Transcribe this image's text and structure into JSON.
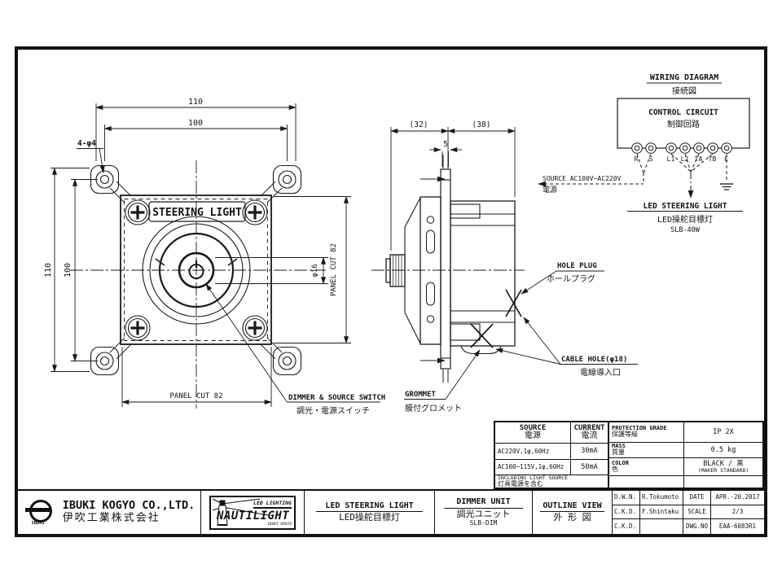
{
  "drawing": {
    "front": {
      "dim_110_top": "110",
      "dim_100_top": "100",
      "dim_110_left": "110",
      "dim_100_left": "100",
      "hole_callout": "4-φ4",
      "panel_label": "STEERING LIGHT",
      "knob_dia": "φ16",
      "panel_cut_right": "PANEL CUT 82",
      "panel_cut_bottom": "PANEL CUT 82",
      "switch_en": "DIMMER & SOURCE SWITCH",
      "switch_jp": "調光・電源スイッチ"
    },
    "side": {
      "dim_32": "(32)",
      "dim_38": "(38)",
      "dim_5": "5",
      "grommet_en": "GROMMET",
      "grommet_jp": "膜付グロメット",
      "hole_plug_en": "HOLE PLUG",
      "hole_plug_jp": "ホールプラグ",
      "cable_hole_en": "CABLE HOLE(φ18)",
      "cable_hole_jp": "電線導入口"
    },
    "wiring": {
      "title_en": "WIRING DIAGRAM",
      "title_jp": "接続図",
      "box_en": "CONTROL CIRCUIT",
      "box_jp": "制御回路",
      "terminals": [
        "R",
        "S",
        "L1",
        "L2",
        "TA",
        "TB",
        "E"
      ],
      "source_en": "SOURCE AC100V~AC220V",
      "source_jp": "電源",
      "light_en": "LED STEERING LIGHT",
      "light_jp": "LED操舵目標灯",
      "light_model": "SLB-40W"
    }
  },
  "spec_table": {
    "source_en": "SOURCE",
    "source_jp": "電源",
    "current_en": "CURRENT",
    "current_jp": "電流",
    "rows": [
      {
        "source": "AC220V,1φ,60Hz",
        "current": "30mA"
      },
      {
        "source": "AC100~115V,1φ,60Hz",
        "current": "50mA"
      }
    ],
    "note_en": "INCLUDING LIGHT SOURCE",
    "note_jp": "灯具電源を含む",
    "protection_en": "PROTECTION GRADE",
    "protection_jp": "保護等級",
    "protection_value": "IP 2X",
    "mass_en": "MASS",
    "mass_jp": "質量",
    "mass_value": "0.5 kg",
    "color_en": "COLOR",
    "color_jp": "色",
    "color_value": "BLACK / 黒",
    "color_note": "(MAKER STANDARD)"
  },
  "title_block": {
    "company_en": "IBUKI KOGYO CO.,LTD.",
    "company_jp": "伊吹工業株式会社",
    "company_logo_text": "IBUKI",
    "brand_line": "LED LIGHTING",
    "brand_name": "NAUTILIGHT",
    "brand_sub": "IBUKI KOGYO",
    "product_en": "LED STEERING LIGHT",
    "product_jp": "LED操舵目標灯",
    "unit_en": "DIMMER UNIT",
    "unit_jp": "調光ユニット",
    "unit_model": "SLB-DIM",
    "view_en": "OUTLINE VIEW",
    "view_jp": "外 形 図",
    "approvals": [
      {
        "role": "D.W.N.",
        "name": "R.Tokumoto",
        "key": "DATE",
        "value": "APR.-20.2017"
      },
      {
        "role": "C.K.D.",
        "name": "F.Shintaku",
        "key": "SCALE",
        "value": "2/3"
      },
      {
        "role": "C.K.D.",
        "name": "",
        "key": "DWG.NO",
        "value": "EAA-6083R1"
      }
    ]
  },
  "colors": {
    "line": "#1a1a1a",
    "paper": "#ffffff"
  }
}
